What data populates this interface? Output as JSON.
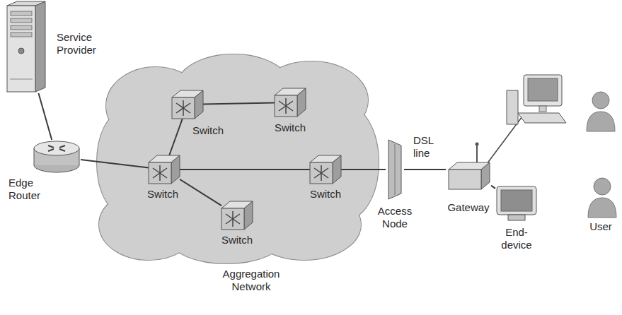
{
  "diagram": {
    "nodes": [
      {
        "text": [
          "Service Provider"
        ]
      },
      {
        "text": [
          "Edge Router"
        ]
      },
      {
        "text": [
          "Aggregation Network"
        ]
      },
      {
        "text": [
          "Switch"
        ],
        "in": 2
      },
      {
        "text": [
          "Switch"
        ],
        "in": 2
      },
      {
        "text": [
          "Switch"
        ],
        "in": 2
      },
      {
        "text": [
          "Switch"
        ],
        "in": 2
      },
      {
        "text": [
          "Switch"
        ],
        "in": 2
      },
      {
        "text": [
          "Access Node"
        ]
      },
      {
        "text": [
          "Gateway"
        ]
      },
      {
        "text": [
          "End-device"
        ]
      },
      {
        "text": [
          "User"
        ]
      }
    ],
    "edges": [
      {
        "from": 0,
        "to": 1,
        "arrow": "none"
      },
      {
        "from": 1,
        "to": 5,
        "arrow": "none"
      },
      {
        "from": 5,
        "to": 3,
        "arrow": "none"
      },
      {
        "from": 3,
        "to": 4,
        "arrow": "none"
      },
      {
        "from": 5,
        "to": 7,
        "arrow": "none"
      },
      {
        "from": 5,
        "to": 6,
        "arrow": "none"
      },
      {
        "from": 6,
        "to": 8,
        "arrow": "none"
      },
      {
        "from": 8,
        "to": 9,
        "label": "DSL line",
        "arrow": "none"
      },
      {
        "from": 9,
        "to": 10,
        "arrow": "none"
      }
    ]
  }
}
